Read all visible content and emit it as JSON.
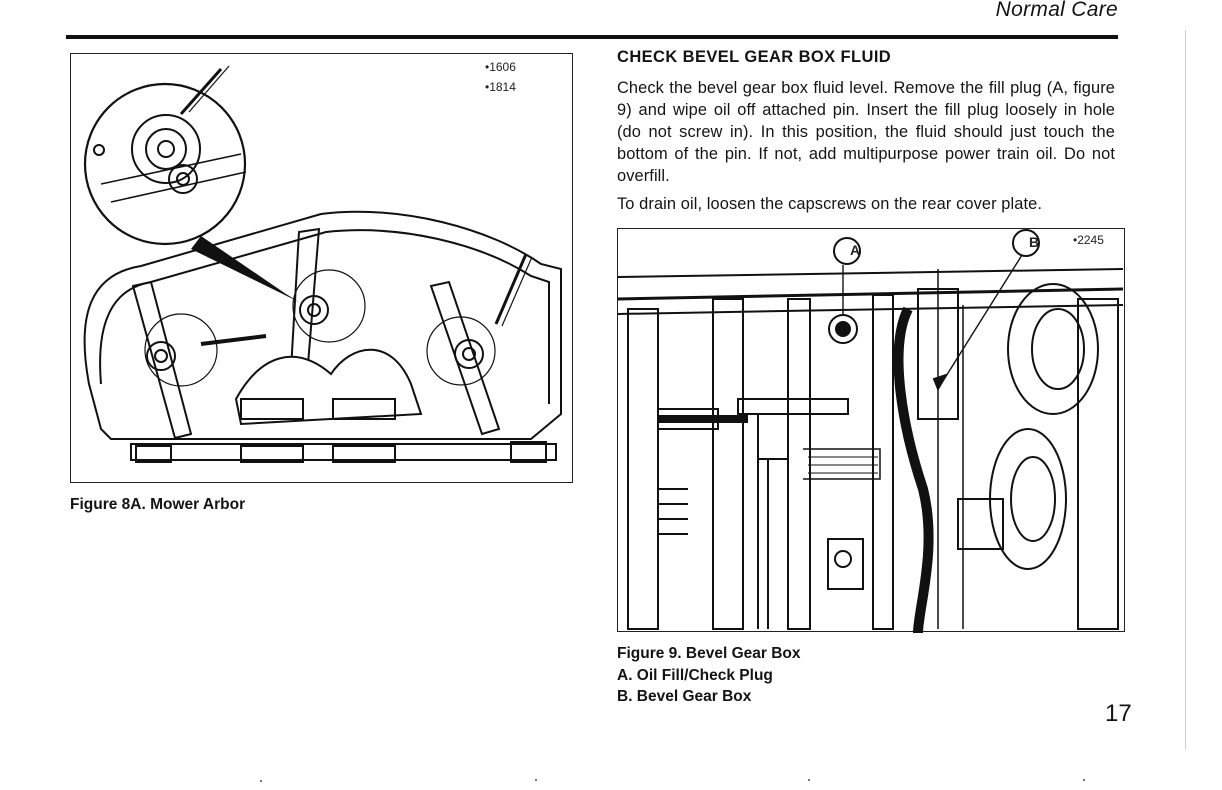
{
  "header": {
    "title": "Normal Care"
  },
  "figure_8a": {
    "refs": [
      "•1606",
      "•1814"
    ],
    "caption": "Figure 8A. Mower Arbor"
  },
  "section": {
    "heading": "CHECK BEVEL GEAR BOX FLUID",
    "paragraph1": "Check the bevel gear box fluid level. Remove the fill plug (A, figure 9) and wipe oil off attached pin. Insert the fill plug loosely in hole (do not screw in). In this position, the fluid should just touch the bottom of the pin. If not, add multipurpose power train oil. Do not overfill.",
    "paragraph2": "To drain oil, loosen the capscrews on the rear cover plate."
  },
  "figure_9": {
    "ref": "•2245",
    "callout_a": "A",
    "callout_b": "B",
    "caption": "Figure 9. Bevel Gear Box",
    "legend": [
      "A. Oil Fill/Check Plug",
      "B. Bevel Gear Box"
    ]
  },
  "page": {
    "number": "17"
  }
}
